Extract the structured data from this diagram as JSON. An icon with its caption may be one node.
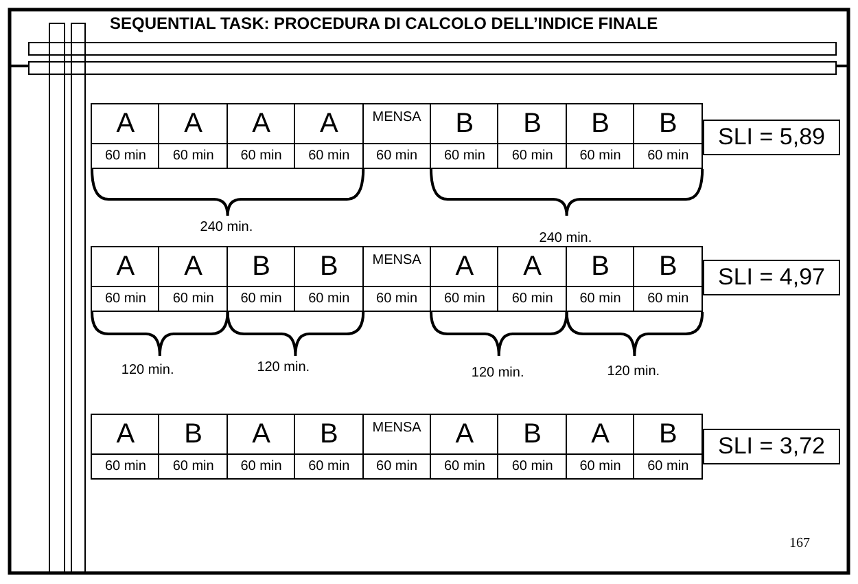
{
  "diagram": {
    "title": "SEQUENTIAL TASK: PROCEDURA DI CALCOLO DELL’INDICE FINALE",
    "nodes": [
      {
        "text": [
          "SLI = 5,89"
        ]
      },
      {
        "text": [
          "SLI = 4,97"
        ]
      },
      {
        "text": [
          "SLI = 3,72"
        ]
      }
    ],
    "labels": [
      "A",
      "A",
      "A",
      "A",
      "MENSA",
      "B",
      "B",
      "B",
      "B",
      "60 min",
      "60 min",
      "60 min",
      "60 min",
      "60 min",
      "60 min",
      "60 min",
      "60 min",
      "60 min",
      "240 min.",
      "240 min.",
      "A",
      "A",
      "B",
      "B",
      "MENSA",
      "A",
      "A",
      "B",
      "B",
      "60 min",
      "60 min",
      "60 min",
      "60 min",
      "60 min",
      "60 min",
      "60 min",
      "60 min",
      "60 min",
      "120 min.",
      "120 min.",
      "120 min.",
      "120 min.",
      "A",
      "B",
      "A",
      "B",
      "MENSA",
      "A",
      "B",
      "A",
      "B",
      "60 min",
      "60 min",
      "60 min",
      "60 min",
      "60 min",
      "60 min",
      "60 min",
      "60 min",
      "60 min",
      "167"
    ]
  }
}
